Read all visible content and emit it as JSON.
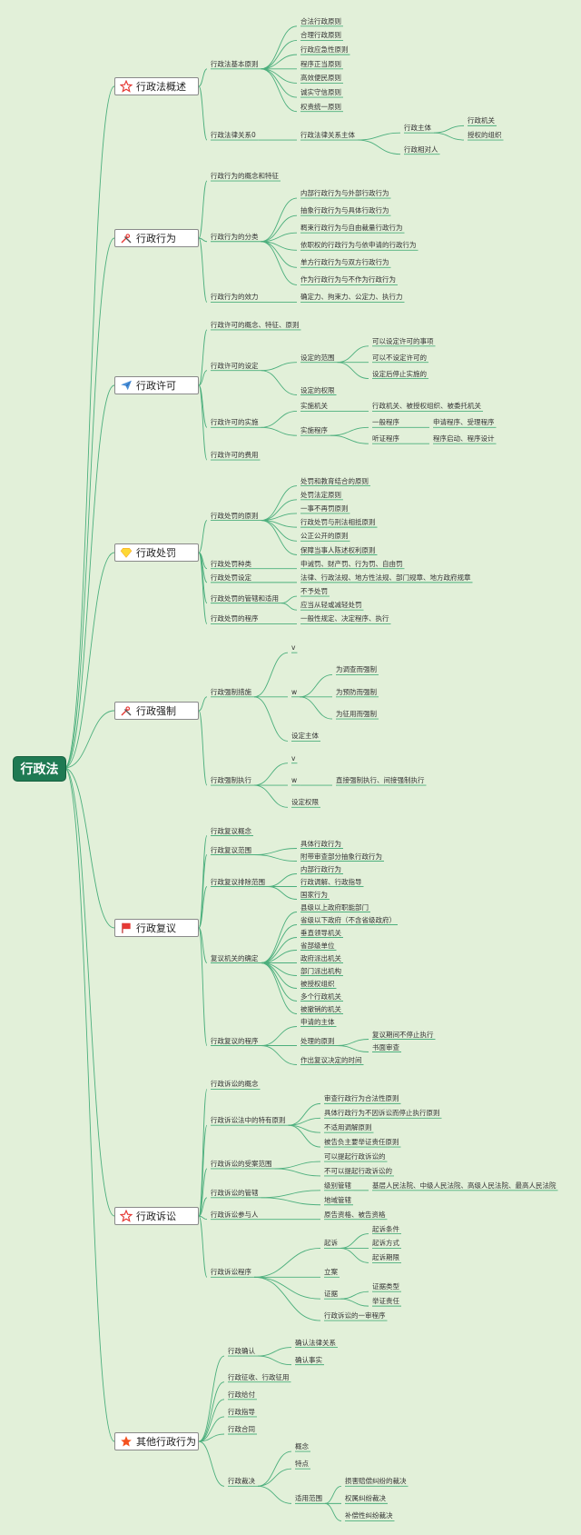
{
  "root": "行政法",
  "line_color": "#4caf7d",
  "branches": [
    {
      "label": "行政法概述",
      "icon": "star-outline-icon",
      "c": [
        {
          "t": "行政法基本原则",
          "c": [
            {
              "t": "合法行政原则"
            },
            {
              "t": "合理行政原则"
            },
            {
              "t": "行政应急性原则"
            },
            {
              "t": "程序正当原则"
            },
            {
              "t": "高效便民原则"
            },
            {
              "t": "诚实守信原则"
            },
            {
              "t": "权责统一原则"
            }
          ]
        },
        {
          "t": "行政法律关系0",
          "c": [
            {
              "t": "行政法律关系主体",
              "c": [
                {
                  "t": "行政主体",
                  "c": [
                    {
                      "t": "行政机关"
                    },
                    {
                      "t": "授权的组织"
                    }
                  ]
                },
                {
                  "t": "行政相对人"
                }
              ]
            }
          ]
        }
      ]
    },
    {
      "label": "行政行为",
      "icon": "tools-icon",
      "c": [
        {
          "t": "行政行为的概念和特征"
        },
        {
          "t": "行政行为的分类",
          "c": [
            {
              "t": "内部行政行为与外部行政行为"
            },
            {
              "t": "抽象行政行为与具体行政行为"
            },
            {
              "t": "羁束行政行为与自由裁量行政行为"
            },
            {
              "t": "依职权的行政行为与依申请的行政行为"
            },
            {
              "t": "单方行政行为与双方行政行为"
            },
            {
              "t": "作为行政行为与不作为行政行为"
            }
          ]
        },
        {
          "t": "行政行为的效力",
          "c": [
            {
              "t": "确定力、拘束力、公定力、执行力"
            }
          ]
        }
      ]
    },
    {
      "label": "行政许可",
      "icon": "paper-plane-icon",
      "c": [
        {
          "t": "行政许可的概念、特征、原则"
        },
        {
          "t": "行政许可的设定",
          "c": [
            {
              "t": "设定的范围",
              "c": [
                {
                  "t": "可以设定许可的事项"
                },
                {
                  "t": "可以不设定许可的"
                },
                {
                  "t": "设定后停止实施的"
                }
              ]
            },
            {
              "t": "设定的权限"
            }
          ]
        },
        {
          "t": "行政许可的实施",
          "c": [
            {
              "t": "实施机关",
              "c": [
                {
                  "t": "行政机关、被授权组织、被委托机关"
                }
              ]
            },
            {
              "t": "实施程序",
              "c": [
                {
                  "t": "一般程序",
                  "c": [
                    {
                      "t": "申请程序、受理程序"
                    }
                  ]
                },
                {
                  "t": "听证程序",
                  "c": [
                    {
                      "t": "程序启动、程序设计"
                    }
                  ]
                }
              ]
            }
          ]
        },
        {
          "t": "行政许可的费用"
        }
      ]
    },
    {
      "label": "行政处罚",
      "icon": "gem-icon",
      "c": [
        {
          "t": "行政处罚的原则",
          "c": [
            {
              "t": "处罚和教育结合的原则"
            },
            {
              "t": "处罚法定原则"
            },
            {
              "t": "一事不再罚原则"
            },
            {
              "t": "行政处罚与刑法相抵原则"
            },
            {
              "t": "公正公开的原则"
            },
            {
              "t": "保障当事人陈述权利原则"
            }
          ]
        },
        {
          "t": "行政处罚种类",
          "c": [
            {
              "t": "申诫罚、财产罚、行为罚、自由罚"
            }
          ]
        },
        {
          "t": "行政处罚设定",
          "c": [
            {
              "t": "法律、行政法规、地方性法规、部门规章、地方政府规章"
            }
          ]
        },
        {
          "t": "行政处罚的管辖和适用",
          "c": [
            {
              "t": "不予处罚"
            },
            {
              "t": "应当从轻或减轻处罚"
            }
          ]
        },
        {
          "t": "行政处罚的程序",
          "c": [
            {
              "t": "一般性规定、决定程序、执行"
            }
          ]
        }
      ]
    },
    {
      "label": "行政强制",
      "icon": "tools-icon",
      "c": [
        {
          "t": "行政强制措施",
          "c": [
            {
              "t": "v"
            },
            {
              "t": "w",
              "c": [
                {
                  "t": "为调查而强制"
                },
                {
                  "t": "为预防而强制"
                },
                {
                  "t": "为征用而强制"
                }
              ]
            },
            {
              "t": "设定主体"
            }
          ]
        },
        {
          "t": "行政强制执行",
          "c": [
            {
              "t": "v"
            },
            {
              "t": "w",
              "c": [
                {
                  "t": "直接强制执行、间接强制执行"
                }
              ]
            },
            {
              "t": "设定权限"
            }
          ]
        }
      ]
    },
    {
      "label": "行政复议",
      "icon": "flag-icon",
      "c": [
        {
          "t": "行政复议概念"
        },
        {
          "t": "行政复议范围",
          "c": [
            {
              "t": "具体行政行为"
            },
            {
              "t": "附带审查部分抽象行政行为"
            }
          ]
        },
        {
          "t": "行政复议排除范围",
          "c": [
            {
              "t": "内部行政行为"
            },
            {
              "t": "行政调解、行政指导"
            },
            {
              "t": "国家行为"
            }
          ]
        },
        {
          "t": "复议机关的确定",
          "c": [
            {
              "t": "县级以上政府职能部门"
            },
            {
              "t": "省级以下政府（不含省级政府）"
            },
            {
              "t": "垂直领导机关"
            },
            {
              "t": "省部级单位"
            },
            {
              "t": "政府派出机关"
            },
            {
              "t": "部门派出机构"
            },
            {
              "t": "被授权组织"
            },
            {
              "t": "多个行政机关"
            },
            {
              "t": "被撤销的机关"
            }
          ]
        },
        {
          "t": "行政复议的程序",
          "c": [
            {
              "t": "申请的主体"
            },
            {
              "t": "处理的原则",
              "c": [
                {
                  "t": "复议期间不停止执行"
                },
                {
                  "t": "书面审查"
                }
              ]
            },
            {
              "t": "作出复议决定的时间"
            }
          ]
        }
      ]
    },
    {
      "label": "行政诉讼",
      "icon": "star-outline-icon",
      "c": [
        {
          "t": "行政诉讼的概念"
        },
        {
          "t": "行政诉讼法中的特有原则",
          "c": [
            {
              "t": "审查行政行为合法性原则"
            },
            {
              "t": "具体行政行为不因诉讼而停止执行原则"
            },
            {
              "t": "不适用调解原则"
            },
            {
              "t": "被告负主要举证责任原则"
            }
          ]
        },
        {
          "t": "行政诉讼的受案范围",
          "c": [
            {
              "t": "可以提起行政诉讼的"
            },
            {
              "t": "不可以提起行政诉讼的"
            }
          ]
        },
        {
          "t": "行政诉讼的管辖",
          "c": [
            {
              "t": "级别管辖",
              "c": [
                {
                  "t": "基层人民法院、中级人民法院、高级人民法院、最高人民法院"
                }
              ]
            },
            {
              "t": "地域管辖"
            }
          ]
        },
        {
          "t": "行政诉讼参与人",
          "c": [
            {
              "t": "原告资格、被告资格"
            }
          ]
        },
        {
          "t": "行政诉讼程序",
          "c": [
            {
              "t": "起诉",
              "c": [
                {
                  "t": "起诉条件"
                },
                {
                  "t": "起诉方式"
                },
                {
                  "t": "起诉期限"
                }
              ]
            },
            {
              "t": "立案"
            },
            {
              "t": "证据",
              "c": [
                {
                  "t": "证据类型"
                },
                {
                  "t": "举证责任"
                }
              ]
            },
            {
              "t": "行政诉讼的一审程序"
            }
          ]
        }
      ]
    },
    {
      "label": "其他行政行为",
      "icon": "star-filled-icon",
      "c": [
        {
          "t": "行政确认",
          "c": [
            {
              "t": "确认法律关系"
            },
            {
              "t": "确认事实"
            }
          ]
        },
        {
          "t": "行政征收、行政征用"
        },
        {
          "t": "行政给付"
        },
        {
          "t": "行政指导"
        },
        {
          "t": "行政合同"
        },
        {
          "t": "行政裁决",
          "c": [
            {
              "t": "概念"
            },
            {
              "t": "特点"
            },
            {
              "t": "适用范围",
              "c": [
                {
                  "t": "损害赔偿纠纷的裁决"
                },
                {
                  "t": "权属纠纷裁决"
                },
                {
                  "t": "补偿性纠纷裁决"
                }
              ]
            }
          ]
        }
      ]
    }
  ]
}
